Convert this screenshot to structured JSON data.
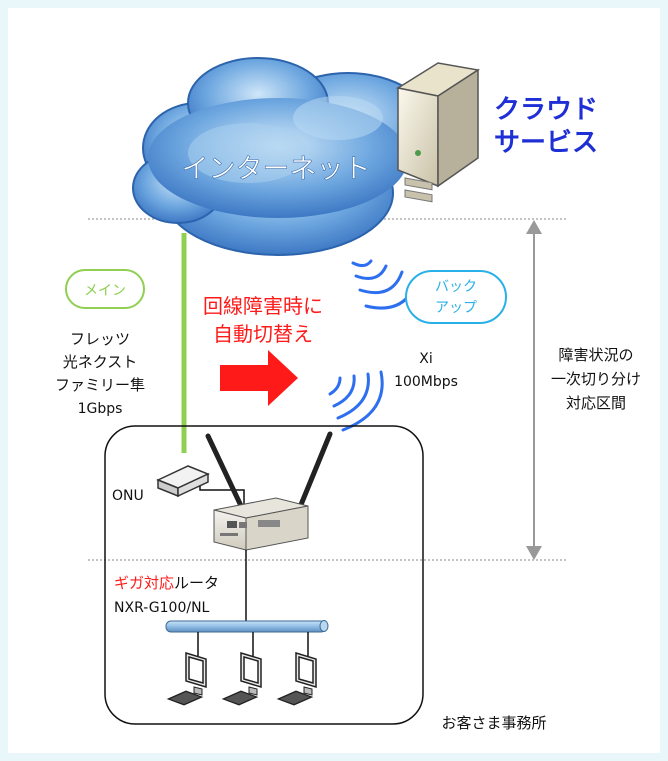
{
  "internet_label": "インターネット",
  "cloud_service": {
    "line1": "クラウド",
    "line2": "サービス"
  },
  "main_badge": "メイン",
  "backup_badge": {
    "line1": "バック",
    "line2": "アップ"
  },
  "main_line": {
    "line1": "フレッツ",
    "line2": "光ネクスト",
    "line3": "ファミリー隼",
    "line4": "1Gbps"
  },
  "failover": {
    "line1": "回線障害時に",
    "line2": "自動切替え"
  },
  "xi": {
    "line1": "Xi",
    "line2": "100Mbps"
  },
  "isolation": {
    "line1": "障害状況の",
    "line2": "一次切り分け",
    "line3": "対応区間"
  },
  "onu_label": "ONU",
  "router": {
    "highlight": "ギガ対応",
    "suffix": "ルータ",
    "model": "NXR-G100/NL"
  },
  "office_label": "お客さま事務所",
  "colors": {
    "cloud_service": "#1f2fd6",
    "failover": "#ff1a1a",
    "main_line": "#8fcf52",
    "wireless": "#2e6ff0",
    "backup_border": "#2ab0e8"
  }
}
